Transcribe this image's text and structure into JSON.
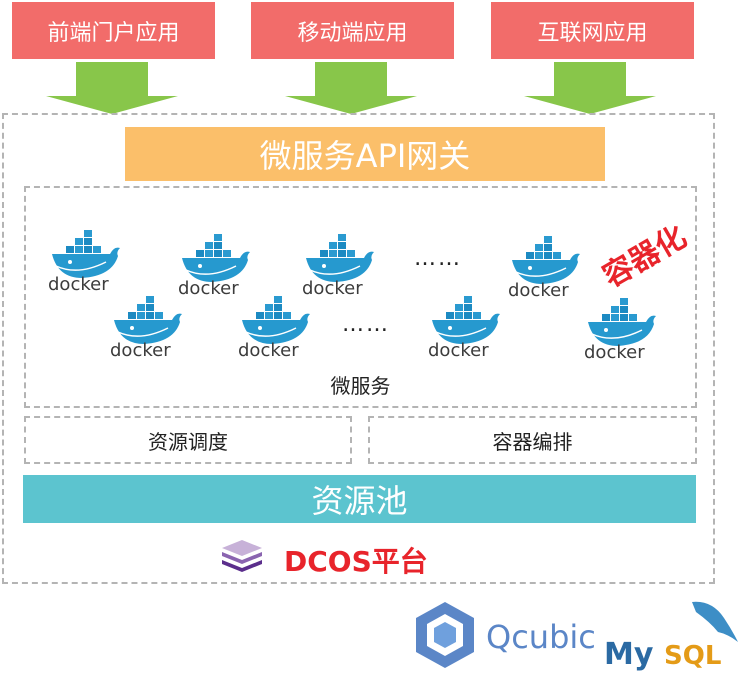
{
  "clients": [
    {
      "label": "前端门户应用"
    },
    {
      "label": "移动端应用"
    },
    {
      "label": "互联网应用"
    }
  ],
  "gateway": {
    "label": "微服务API网关"
  },
  "microservices": {
    "docker_label": "docker",
    "ellipsis": "……",
    "caption": "微服务",
    "containerization": "容器化"
  },
  "scheduling": {
    "label": "资源调度"
  },
  "orchestration": {
    "label": "容器编排"
  },
  "resource_pool": {
    "label": "资源池"
  },
  "platform": {
    "label": "DCOS平台"
  },
  "logos": {
    "qcubic": "Qcubic",
    "mysql_my": "My",
    "mysql_sql": "SQL"
  },
  "colors": {
    "client": "#f26c6a",
    "arrow": "#88c64a",
    "gateway": "#fbbf6a",
    "pool": "#5cc4cf",
    "accent_red": "#e8242b"
  }
}
